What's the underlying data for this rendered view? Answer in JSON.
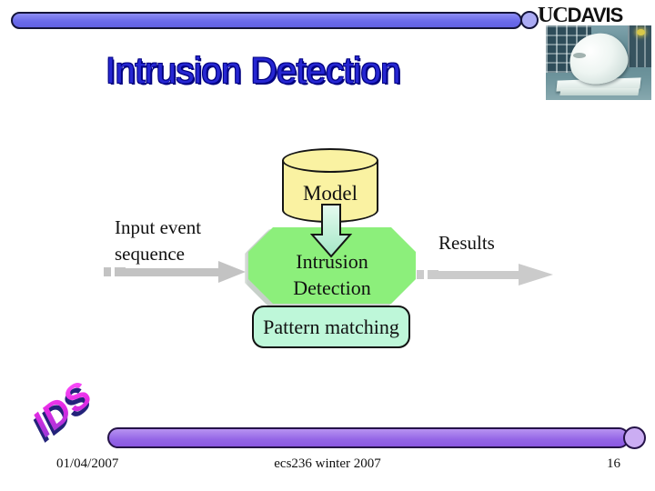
{
  "slide": {
    "title": "Intrusion Detection",
    "brand": {
      "uc": "UC",
      "davis": "DAVIS"
    },
    "ids_wordart": "IDS",
    "footer": {
      "date": "01/04/2007",
      "course": "ecs236 winter 2007",
      "page_number": "16"
    }
  },
  "diagram": {
    "model_label": "Model",
    "process_label": "Intrusion\nDetection",
    "pattern_label": "Pattern matching",
    "input_label": "Input event\nsequence",
    "results_label": "Results"
  },
  "colors": {
    "title_blue": "#2626d2",
    "title_outline": "#000080",
    "top_bar": "#6a6aea",
    "top_knob": "#ababf4",
    "bottom_bar": "#9465e6",
    "bottom_knob": "#cbadf3",
    "cylinder_fill": "#faf2a2",
    "octagon_fill": "#8cef7b",
    "pattern_fill": "#bef7d9",
    "down_arrow_fill": "#bfefd7",
    "flow_arrow_gray": "#c3c3c3",
    "ids_magenta": "#e42ae4",
    "ids_shadow_navy": "#23237a"
  }
}
